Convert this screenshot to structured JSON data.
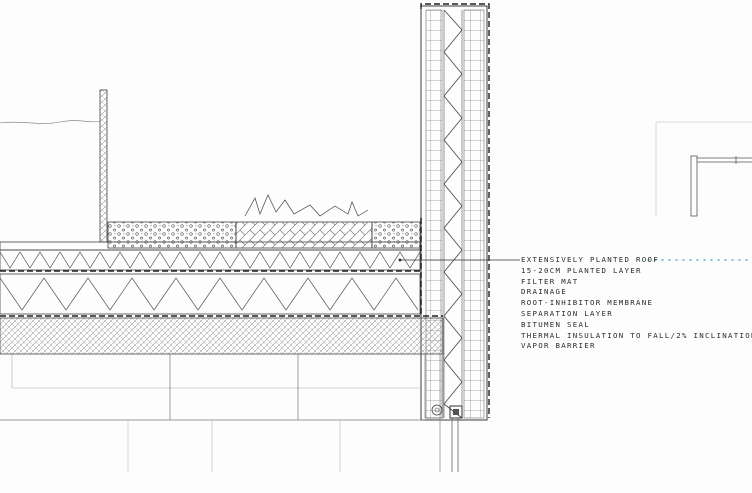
{
  "legend": {
    "items": [
      "EXTENSIVELY PLANTED ROOF",
      "15-20CM PLANTED LAYER",
      "FILTER MAT",
      "DRAINAGE",
      "ROOT-INHIBITOR MEMBRANE",
      "SEPARATION LAYER",
      "BITUMEN SEAL",
      "THERMAL INSULATION TO FALL/2% INCLINATION",
      "VAPOR BARRIER"
    ]
  },
  "colors": {
    "line": "#3a3a3a",
    "thin_line": "#9a9a9a",
    "leader_dots": "#4fb3c4",
    "background": "#fdfdfd"
  }
}
